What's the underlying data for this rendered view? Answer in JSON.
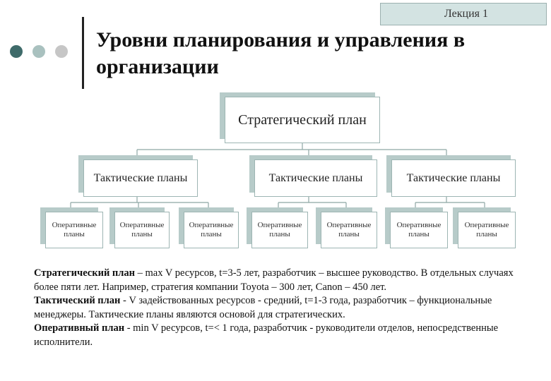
{
  "header": {
    "lecture_label": "Лекция 1",
    "title_line1": "Уровни планирования и управления в",
    "title_line2": "организации"
  },
  "diagram": {
    "strategic": "Стратегический план",
    "tactical": [
      "Тактические планы",
      "Тактические планы",
      "Тактические планы"
    ],
    "operational": [
      "Оперативные планы",
      "Оперативные планы",
      "Оперативные планы",
      "Оперативные планы",
      "Оперативные планы",
      "Оперативные планы",
      "Оперативные планы"
    ]
  },
  "notes": {
    "strategic_term": "Стратегический план",
    "strategic_text": " – max V ресурсов, t=3-5 лет, разработчик – высшее руководство. В отдельных случаях более пяти лет. Например, стратегия компании Toyota – 300 лет, Canon – 450 лет.",
    "tactical_term": "Тактический план",
    "tactical_text": " - V задействованных ресурсов - средний, t=1-3 года, разработчик – функциональные менеджеры. Тактические планы являются основой для стратегических.",
    "operational_term": "Оперативный план",
    "operational_text": " - min V ресурсов, t=< 1 года, разработчик - руководители отделов, непосредственные исполнители."
  }
}
